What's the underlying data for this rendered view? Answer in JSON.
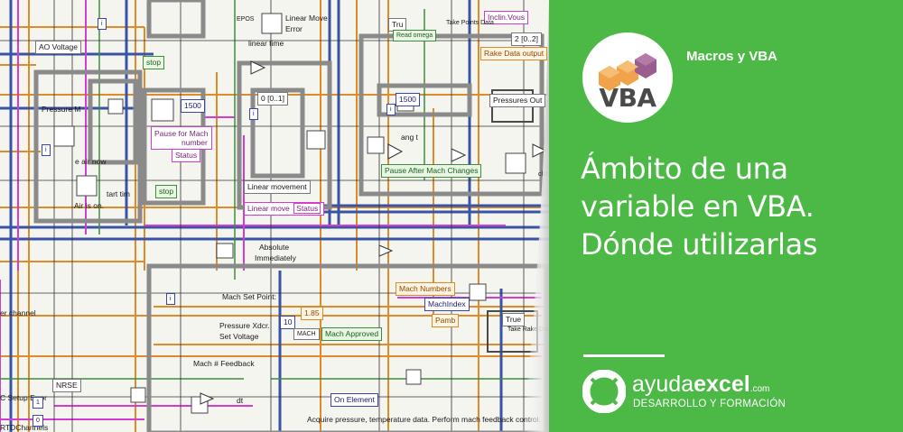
{
  "banner": {
    "logo_text": "VBA",
    "category": "Macros y VBA",
    "title_lines": [
      "Ámbito de una",
      "variable en VBA.",
      "Dónde utilizarlas"
    ],
    "brand": {
      "name_light": "ayuda",
      "name_bold": "excel",
      "name_domain": ".com",
      "tagline": "DESARROLLO Y FORMACIÓN"
    },
    "colors": {
      "panel_green": "#4cb845",
      "logo_gray": "#4a4a4a",
      "logo_orange": "#f0a34a",
      "logo_purple": "#9b5c8f",
      "text_white": "#ffffff"
    }
  },
  "diagram": {
    "labels": {
      "ao_voltage": "AO Voltage",
      "stop_1": "stop",
      "stop_2": "stop",
      "pause_for_mach": "Pause for Mach",
      "number": "number",
      "status_1": "Status",
      "pressure_m": "Pressure M",
      "air_now": "e air now",
      "start_tim": "tart tim",
      "air_is_on": "Air is on.",
      "val_1500_a": "1500",
      "val_1500_b": "1500",
      "epos": "EPOS",
      "linear_move": "Linear Move",
      "error": "Error",
      "linear_time": "linear time",
      "range_01": "0 [0..1]",
      "linear_movement": "Linear movement",
      "linear_move_2": "Linear move",
      "status_2": "Status",
      "true_1": "Tru",
      "read_omega": "Read omega",
      "incline_vous": "Inclin.Vous",
      "take_points": "Take Points Data",
      "range_20": "2 [0..2]",
      "rake_data_output": "Rake Data output",
      "pressures_out": "Pressures Out",
      "ang_t": "ang t",
      "pause_after_mach": "Pause After Mach Changes",
      "clst": "clst.",
      "absolute": "Absolute",
      "immediately": "Immediately",
      "mach_set_point": "Mach Set Point:",
      "pressure_xdcr": "Pressure Xdcr.",
      "set_voltage": "Set Voltage",
      "val_10": "10",
      "val_185": "1.85",
      "mach": "MACH",
      "mach_approved": "Mach Approved",
      "mach_numbers": "Mach Numbers",
      "mach_index": "MachIndex",
      "pamb": "Pamb",
      "true_2": "True",
      "take_rake_data": "Take Rake Data",
      "mach_feedback": "Mach # Feedback",
      "on_element": "On Element",
      "dt": "dt",
      "acquire_note": "Acquire pressure, temperature data. Perform mach feedback control.",
      "c_setup_error": "C Setup Error",
      "nrse": "NRSE",
      "er_channel": "er channel",
      "rtd_channels": "RTDChannels",
      "val_1": "1",
      "val_0": "0",
      "i_1": "i",
      "i_2": "i",
      "i_3": "i",
      "i_4": "i",
      "i_5": "i"
    }
  }
}
